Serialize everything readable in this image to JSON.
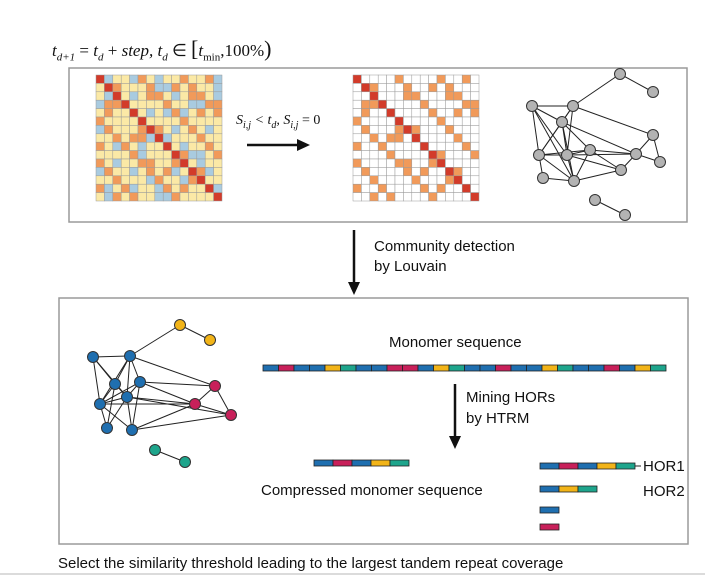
{
  "formula": {
    "t_var": "t",
    "sub_next": "d+1",
    "eq": " = ",
    "sub_d": "d",
    "plus": " + ",
    "step": "step",
    "comma_t": ", t",
    "in": " ∈ ",
    "bracket_open": "[",
    "t_min": "t",
    "sub_min": "min",
    "range_end": ",100%",
    "paren_close": ")"
  },
  "condition": {
    "s": "S",
    "sub_ij": "i,j",
    "lt": " < t",
    "sub_d": "d",
    "mid": ", S",
    "sub_ij2": "i,j",
    "eq0": " = 0"
  },
  "labels": {
    "community_line1": "Community detection",
    "community_line2": "by Louvain",
    "monomer_sequence": "Monomer sequence",
    "mining_line1": "Mining HORs",
    "mining_line2": "by HTRM",
    "compressed": "Compressed monomer sequence",
    "hor1": "HOR1",
    "hor2": "HOR2",
    "footer": "Select the similarity threshold leading to the largest tandem repeat coverage"
  },
  "colors": {
    "blue": "#1f6fb0",
    "crimson": "#c8205a",
    "yellow": "#f2b418",
    "teal": "#1ea58c",
    "red_cell": "#d23b2a",
    "orange_cell": "#f19a5a",
    "cream_cell": "#fbe9a6",
    "lightblue_cell": "#a9cbe0",
    "gray_node": "#b3b3b3",
    "panel_border": "#9a9a9a"
  },
  "sequences": {
    "monomer": [
      "blue",
      "crimson",
      "blue",
      "blue",
      "yellow",
      "teal",
      "blue",
      "blue",
      "crimson",
      "crimson",
      "blue",
      "yellow",
      "teal",
      "blue",
      "blue",
      "crimson",
      "blue",
      "blue",
      "yellow",
      "teal",
      "blue",
      "blue",
      "crimson",
      "blue",
      "yellow",
      "teal"
    ],
    "compressed": [
      "blue",
      "crimson",
      "blue",
      "yellow",
      "teal"
    ],
    "hor1": [
      "blue",
      "crimson",
      "blue",
      "yellow",
      "teal"
    ],
    "hor2": [
      "blue",
      "yellow",
      "teal"
    ],
    "single1": [
      "blue"
    ],
    "single2": [
      "crimson"
    ]
  },
  "icons": {
    "arrow_right": "arrow-right-icon",
    "arrow_down": "arrow-down-icon"
  }
}
